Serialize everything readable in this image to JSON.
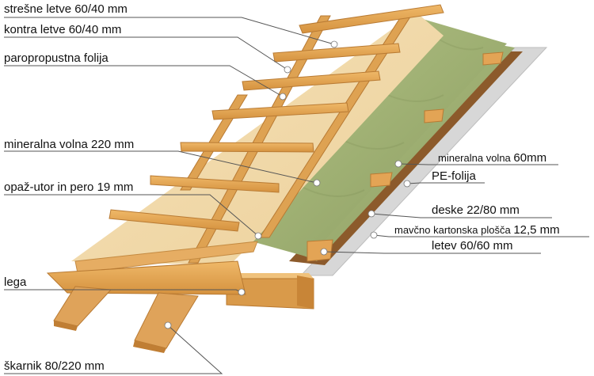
{
  "labels": {
    "stresne_letve": "strešne letve 60/40 mm",
    "kontra_letve": "kontra letve 60/40 mm",
    "paropropustna_folija": "paropropustna folija",
    "mineralna_volna_220": "mineralna volna  220 mm",
    "opaz_utor": "opaž-utor in pero 19 mm",
    "lega": "lega",
    "skarnik": "škarnik 80/220 mm",
    "mineralna_volna_60_text": "mineralna volna",
    "mineralna_volna_60_value": "60mm",
    "pe_folija": "PE-folija",
    "deske": "deske 22/80 mm",
    "mavcno_text": "mavčno kartonska plošča",
    "mavcno_value": "12,5 mm",
    "letev": "letev 60/60 mm"
  },
  "colors": {
    "timber": "#e3a455",
    "timber_dark": "#c88537",
    "timber_light": "#f1c27d",
    "foil": "#f2d9a8",
    "wool": "#a9b77d",
    "wool_dark": "#8e9d63",
    "leader": "#555555",
    "marker": "#ffffff"
  }
}
